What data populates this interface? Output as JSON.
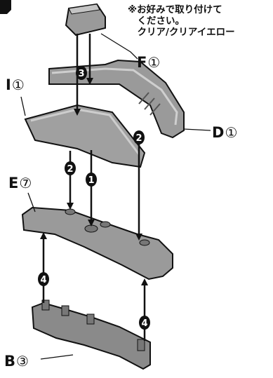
{
  "note": "※お好みで取り付けて\n　ください。\n　クリア/クリアイエロー",
  "parts": [
    {
      "id": "F",
      "num": "①"
    },
    {
      "id": "D",
      "num": "①"
    },
    {
      "id": "I",
      "num": "①"
    },
    {
      "id": "E",
      "num": "⑦"
    },
    {
      "id": "B",
      "num": "③"
    }
  ],
  "steps": [
    "3",
    "2",
    "2",
    "1",
    "4",
    "4"
  ],
  "colors": {
    "part_fill": "#8e8e8e",
    "part_light": "#b4b4b4",
    "part_dark": "#5a5a5a",
    "outline": "#111111"
  }
}
